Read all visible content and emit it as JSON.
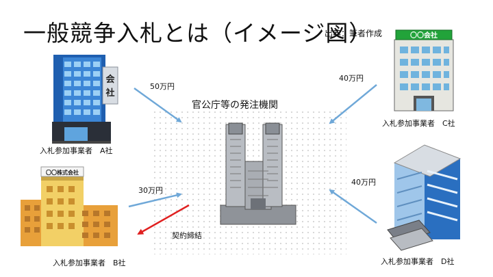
{
  "slide": {
    "title": "一般競争入札とは（イメージ図）",
    "source": "出典：筆者作成"
  },
  "agency": {
    "label": "官公庁等の発注機関"
  },
  "bidders": {
    "a": {
      "label": "入札参加事業者　A社",
      "price": "50万円",
      "sign": "会社"
    },
    "b": {
      "label": "入札参加事業者　B社",
      "price": "30万円",
      "sign": "〇〇株式会社"
    },
    "c": {
      "label": "入札参加事業者　C社",
      "price": "40万円",
      "sign": "〇〇会社"
    },
    "d": {
      "label": "入札参加事業者　D社",
      "price": "40万円"
    }
  },
  "contract": {
    "label": "契約締結"
  },
  "colors": {
    "bid_arrow": "#6fa8d8",
    "contract_arrow": "#e02020"
  }
}
